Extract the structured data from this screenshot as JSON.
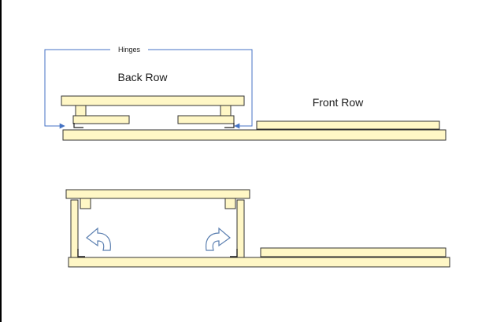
{
  "labels": {
    "hinges": "Hinges",
    "back_row": "Back Row",
    "front_row": "Front Row"
  },
  "colors": {
    "board_fill": "#fff7c6",
    "board_stroke": "#333333",
    "bracket": "#4472c4",
    "arrow_fill": "#ffffff",
    "arrow_stroke": "#5b7fb0",
    "hinge_dark": "#222222",
    "page_edge": "#000000"
  },
  "icons": {
    "hinge": "hinge-icon",
    "rotate_left": "rotate-arrow-left-icon",
    "rotate_right": "rotate-arrow-right-icon"
  }
}
